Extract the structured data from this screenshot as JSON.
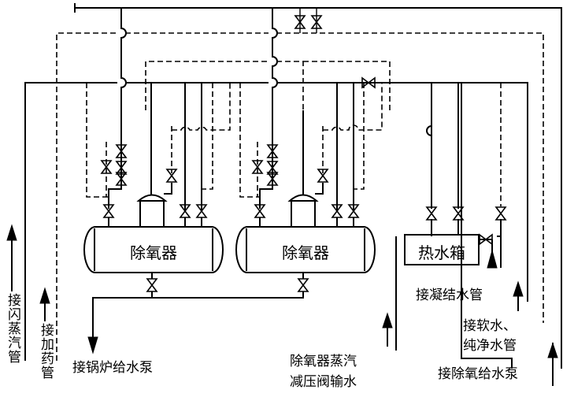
{
  "units": {
    "deaerator_1": "除氧器",
    "deaerator_2": "除氧器",
    "hot_water_tank": "热水箱"
  },
  "labels": {
    "flash_steam": "接闪蒸汽管",
    "chemical_dosing": "接加药管",
    "boiler_feed_pump": "接锅炉给水泵",
    "deaerator_steam_line1": "除氧器蒸汽",
    "deaerator_steam_line2": "减压阀输水",
    "condensate": "接凝结水管",
    "soft_water_line1": "接软水、",
    "soft_water_line2": "纯净水管",
    "deaerated_feed_pump": "接除氧给水泵"
  }
}
